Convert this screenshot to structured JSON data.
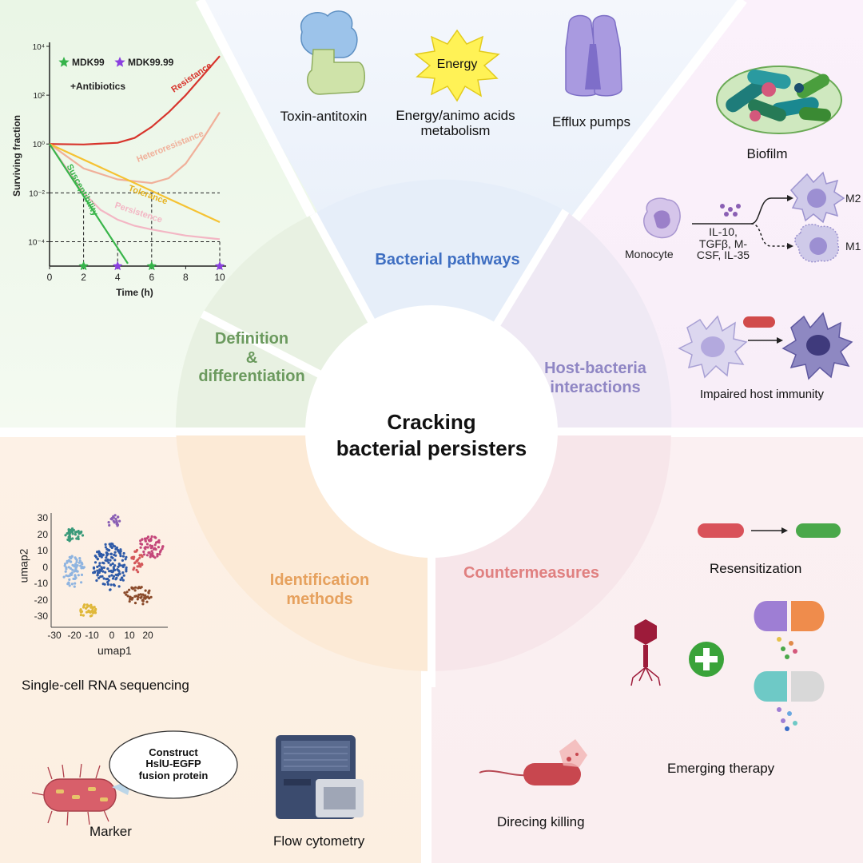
{
  "center": {
    "line1": "Cracking",
    "line2": "bacterial persisters"
  },
  "sections": {
    "definition": {
      "l1": "Definition",
      "l2": "&",
      "l3": "differentiation",
      "color": "#6b9a5e"
    },
    "pathways": {
      "label": "Bacterial pathways",
      "color": "#3f6fc2"
    },
    "host": {
      "l1": "Host-bacteria",
      "l2": "interactions",
      "color": "#8f86c4"
    },
    "identification": {
      "l1": "Identification",
      "l2": "methods",
      "color": "#e6a15e"
    },
    "countermeasures": {
      "label": "Countermeasures",
      "color": "#e08080"
    }
  },
  "pathways_items": {
    "toxin": "Toxin-antitoxin",
    "energy_label": "Energy",
    "energy_l1": "Energy/animo acids",
    "energy_l2": "metabolism",
    "efflux": "Efflux pumps"
  },
  "host_items": {
    "biofilm": "Biofilm",
    "monocyte": "Monocyte",
    "cytokines_l1": "IL-10,",
    "cytokines_l2": "TGFβ, M-",
    "cytokines_l3": "CSF, IL-35",
    "m2": "M2",
    "m1": "M1",
    "impaired": "Impaired host  immunity"
  },
  "identification_items": {
    "scrna": "Single-cell RNA sequencing",
    "umap_x_label": "umap1",
    "umap_y_label": "umap2",
    "umap_x_ticks": [
      "-30",
      "-20",
      "-10",
      "0",
      "10",
      "20"
    ],
    "umap_y_ticks": [
      "30",
      "20",
      "10",
      "0",
      "-10",
      "-20",
      "-30"
    ],
    "construct_l1": "Construct",
    "construct_l2": "HslU-EGFP",
    "construct_l3": "fusion protein",
    "marker": "Marker",
    "flow": "Flow cytometry"
  },
  "countermeasure_items": {
    "resensitization": "Resensitization",
    "emerging": "Emerging therapy",
    "directing": "Direcing killing"
  },
  "chart_data": {
    "type": "line",
    "xlabel": "Time (h)",
    "ylabel": "Surviving fraction",
    "x_ticks": [
      "0",
      "2",
      "4",
      "6",
      "8",
      "10"
    ],
    "y_ticks": [
      "10⁴",
      "10²",
      "10⁰",
      "10⁻²",
      "10⁻⁴"
    ],
    "xlim": [
      0,
      10
    ],
    "ylim_log10": [
      -5,
      4
    ],
    "annotation": "+Antibiotics",
    "legend": [
      {
        "label": "MDK99",
        "color": "#35b34a"
      },
      {
        "label": "MDK99.99",
        "color": "#8a3fe0"
      }
    ],
    "series": [
      {
        "name": "Resistance",
        "color": "#d7342c",
        "x": [
          0,
          2,
          4,
          5,
          6,
          7,
          8,
          9,
          10
        ],
        "y_log10": [
          0,
          -0.02,
          0.05,
          0.25,
          0.7,
          1.3,
          2.0,
          2.8,
          3.6
        ]
      },
      {
        "name": "Heteroresistance",
        "color": "#f0b09a",
        "x": [
          0,
          2,
          4,
          6,
          7,
          8,
          9,
          10
        ],
        "y_log10": [
          0,
          -1.0,
          -1.45,
          -1.6,
          -1.4,
          -0.8,
          0.2,
          1.3
        ]
      },
      {
        "name": "Tolerance",
        "color": "#f5c232",
        "x": [
          0,
          10
        ],
        "y_log10": [
          0,
          -3.2
        ]
      },
      {
        "name": "Persistence",
        "color": "#f3b6c4",
        "x": [
          0,
          2,
          3,
          4,
          5,
          6,
          8,
          10
        ],
        "y_log10": [
          0,
          -2.0,
          -2.7,
          -3.1,
          -3.35,
          -3.5,
          -3.75,
          -3.9
        ]
      },
      {
        "name": "Susceptibility",
        "color": "#39b54a",
        "x": [
          0,
          4.6
        ],
        "y_log10": [
          0,
          -4.9
        ]
      }
    ],
    "markers": [
      {
        "x": 2,
        "color": "#35b34a"
      },
      {
        "x": 4,
        "color": "#8a3fe0"
      },
      {
        "x": 6,
        "color": "#35b34a"
      },
      {
        "x": 10,
        "color": "#8a3fe0"
      }
    ],
    "guides": [
      {
        "x_to": 10,
        "y_log10": -2
      },
      {
        "x_to": 10,
        "y_log10": -4
      }
    ]
  }
}
